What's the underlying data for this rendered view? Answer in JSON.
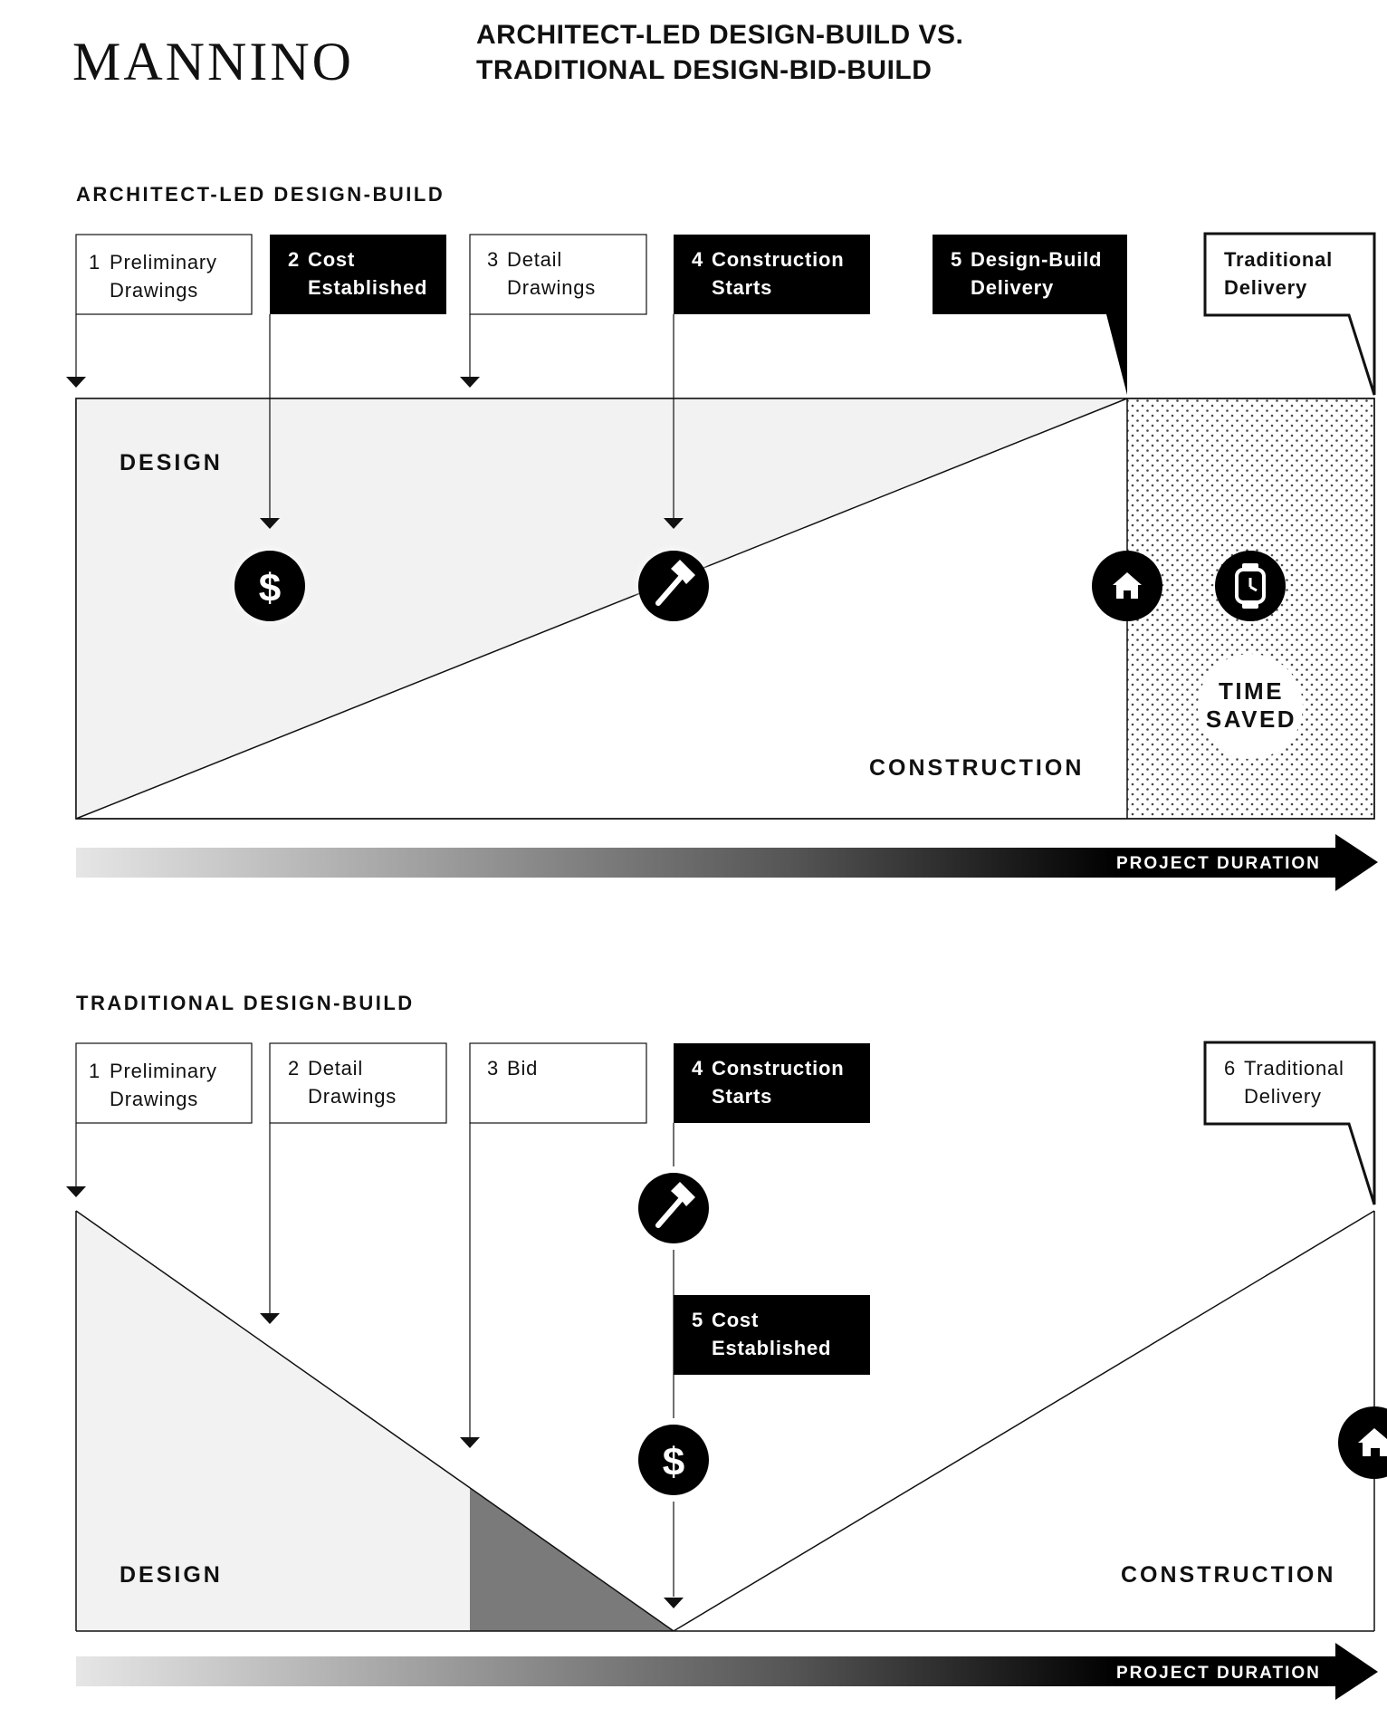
{
  "header": {
    "logo": "MANNINO",
    "title_line1": "ARCHITECT-LED DESIGN-BUILD VS.",
    "title_line2": "TRADITIONAL DESIGN-BID-BUILD"
  },
  "architect": {
    "section_title": "ARCHITECT-LED DESIGN-BUILD",
    "steps": [
      {
        "num": "1",
        "line1": "Preliminary",
        "line2": "Drawings"
      },
      {
        "num": "2",
        "line1": "Cost",
        "line2": "Established"
      },
      {
        "num": "3",
        "line1": "Detail",
        "line2": "Drawings"
      },
      {
        "num": "4",
        "line1": "Construction",
        "line2": "Starts"
      },
      {
        "num": "5",
        "line1": "Design-Build",
        "line2": "Delivery"
      }
    ],
    "traditional_callout": {
      "line1": "Traditional",
      "line2": "Delivery"
    },
    "design_label": "DESIGN",
    "construction_label": "CONSTRUCTION",
    "time_saved_line1": "TIME",
    "time_saved_line2": "SAVED",
    "duration_label": "PROJECT DURATION",
    "icons": [
      "dollar-icon",
      "hammer-icon",
      "house-icon",
      "watch-icon"
    ]
  },
  "traditional": {
    "section_title": "TRADITIONAL DESIGN-BUILD",
    "steps": [
      {
        "num": "1",
        "line1": "Preliminary",
        "line2": "Drawings"
      },
      {
        "num": "2",
        "line1": "Detail",
        "line2": "Drawings"
      },
      {
        "num": "3",
        "line1": "Bid",
        "line2": ""
      },
      {
        "num": "4",
        "line1": "Construction",
        "line2": "Starts"
      },
      {
        "num": "5",
        "line1": "Cost",
        "line2": "Established"
      }
    ],
    "delivery_callout": {
      "num": "6",
      "line1": "Traditional",
      "line2": "Delivery"
    },
    "design_label": "DESIGN",
    "construction_label": "CONSTRUCTION",
    "duration_label": "PROJECT DURATION",
    "icons": [
      "hammer-icon",
      "dollar-icon",
      "house-icon"
    ]
  },
  "colors": {
    "ink": "#111111",
    "light_fill": "#f2f2f2",
    "mid_fill": "#7a7a7a"
  }
}
